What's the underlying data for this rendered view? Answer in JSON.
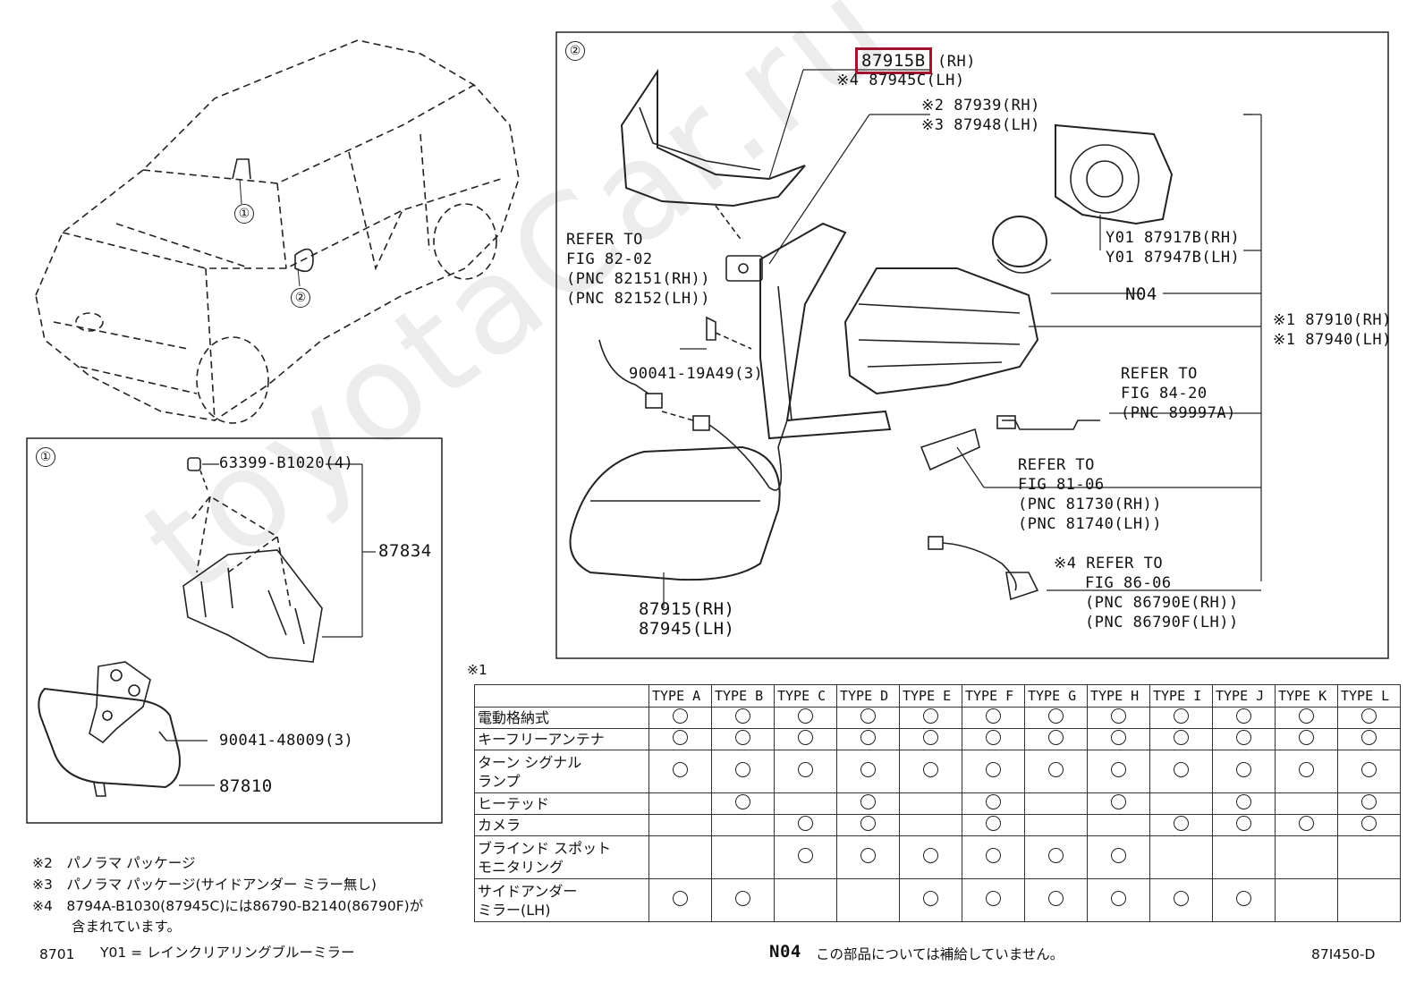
{
  "callouts": {
    "one": "①",
    "two": "②"
  },
  "panel1": {
    "part_63399": "63399-B1020(4)",
    "part_87834": "87834",
    "part_90041_48009": "90041-48009(3)",
    "part_87810": "87810"
  },
  "panel2": {
    "p87915b": "87915B",
    "p87915b_suffix": "(RH)",
    "p87945c": "※4 87945C(LH)",
    "p87939": "※2 87939(RH)",
    "p87948": "※3 87948(LH)",
    "refer82_1": "REFER TO",
    "refer82_2": "FIG 82-02",
    "refer82_3": "(PNC 82151(RH))",
    "refer82_4": "(PNC 82152(LH))",
    "y01_rh": "Y01 87917B(RH)",
    "y01_lh": "Y01 87947B(LH)",
    "n04": "N04",
    "p87910": "※1 87910(RH)",
    "p87940": "※1 87940(LH)",
    "bolt": "90041-19A49(3)",
    "refer84_1": "REFER TO",
    "refer84_2": "FIG 84-20",
    "refer84_3": "(PNC 89997A)",
    "refer81_1": "REFER TO",
    "refer81_2": "FIG 81-06",
    "refer81_3": "(PNC 81730(RH))",
    "refer81_4": "(PNC 81740(LH))",
    "refer86_1": "※4 REFER TO",
    "refer86_2": "FIG 86-06",
    "refer86_3": "(PNC 86790E(RH))",
    "refer86_4": "(PNC 86790F(LH))",
    "p87915_rh": "87915(RH)",
    "p87945_lh": "87945(LH)"
  },
  "table": {
    "marker": "※1",
    "columns": [
      "TYPE A",
      "TYPE B",
      "TYPE C",
      "TYPE D",
      "TYPE E",
      "TYPE F",
      "TYPE G",
      "TYPE H",
      "TYPE I",
      "TYPE J",
      "TYPE K",
      "TYPE L"
    ],
    "rows": [
      {
        "feature": "電動格納式",
        "marks": [
          1,
          1,
          1,
          1,
          1,
          1,
          1,
          1,
          1,
          1,
          1,
          1
        ]
      },
      {
        "feature": "キーフリーアンテナ",
        "marks": [
          1,
          1,
          1,
          1,
          1,
          1,
          1,
          1,
          1,
          1,
          1,
          1
        ]
      },
      {
        "feature": "ターン シグナル\nランプ",
        "marks": [
          1,
          1,
          1,
          1,
          1,
          1,
          1,
          1,
          1,
          1,
          1,
          1
        ]
      },
      {
        "feature": "ヒーテッド",
        "marks": [
          0,
          1,
          0,
          1,
          0,
          1,
          0,
          1,
          0,
          1,
          0,
          1
        ]
      },
      {
        "feature": "カメラ",
        "marks": [
          0,
          0,
          1,
          1,
          0,
          1,
          0,
          0,
          1,
          1,
          1,
          1
        ]
      },
      {
        "feature": "ブラインド スポット\nモニタリング",
        "marks": [
          0,
          0,
          1,
          1,
          1,
          1,
          1,
          1,
          0,
          0,
          0,
          0
        ]
      },
      {
        "feature": "サイドアンダー\nミラー(LH)",
        "marks": [
          1,
          1,
          0,
          0,
          1,
          1,
          1,
          1,
          1,
          1,
          0,
          0
        ]
      }
    ]
  },
  "notes": {
    "n2": "※2　パノラマ パッケージ",
    "n3": "※3　パノラマ パッケージ(サイドアンダー ミラー無し)",
    "n4a": "※4　8794A-B1030(87945C)には86790-B2140(86790F)が",
    "n4b": "含まれています。",
    "fig": "8701",
    "y01": "Y01 = レインクリアリングブルーミラー",
    "n04_code": "N04",
    "n04_text": "この部品については補給していません。",
    "drawing_no": "87I450-D"
  },
  "watermark": "toyotaCar.ru",
  "colors": {
    "highlight": "#a0122e",
    "line": "#222222",
    "watermark": "#e6e6e6"
  }
}
